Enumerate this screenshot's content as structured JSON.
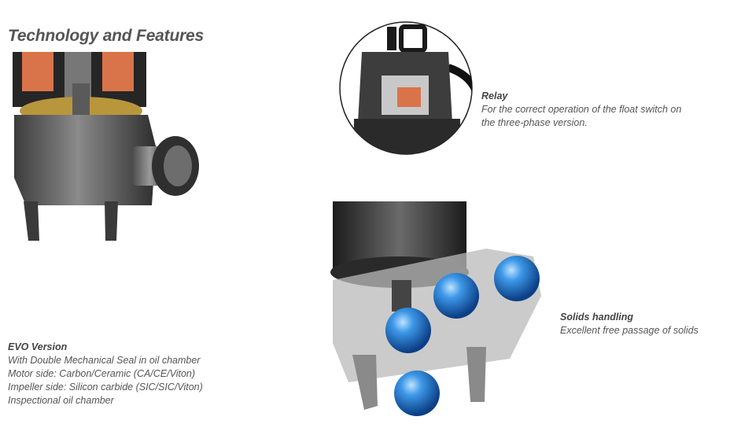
{
  "title": "Technology and Features",
  "relay": {
    "heading": "Relay",
    "lines": [
      "For the correct operation of the float switch on",
      "the three-phase version."
    ]
  },
  "solids": {
    "heading": "Solids handling",
    "lines": [
      "Excellent free passage of solids"
    ]
  },
  "evo": {
    "heading": "EVO Version",
    "lines": [
      "With Double Mechanical Seal in oil chamber",
      "Motor side: Carbon/Ceramic (CA/CE/Viton)",
      "Impeller side: Silicon carbide (SIC/SIC/Viton)",
      "Inspectional oil chamber"
    ]
  },
  "colors": {
    "text": "#555555",
    "ball_blue": "#1f78d1",
    "pump_dark": "#3a3a3a",
    "seal_copper": "#d9744a",
    "impeller_brass": "#b8963c"
  }
}
